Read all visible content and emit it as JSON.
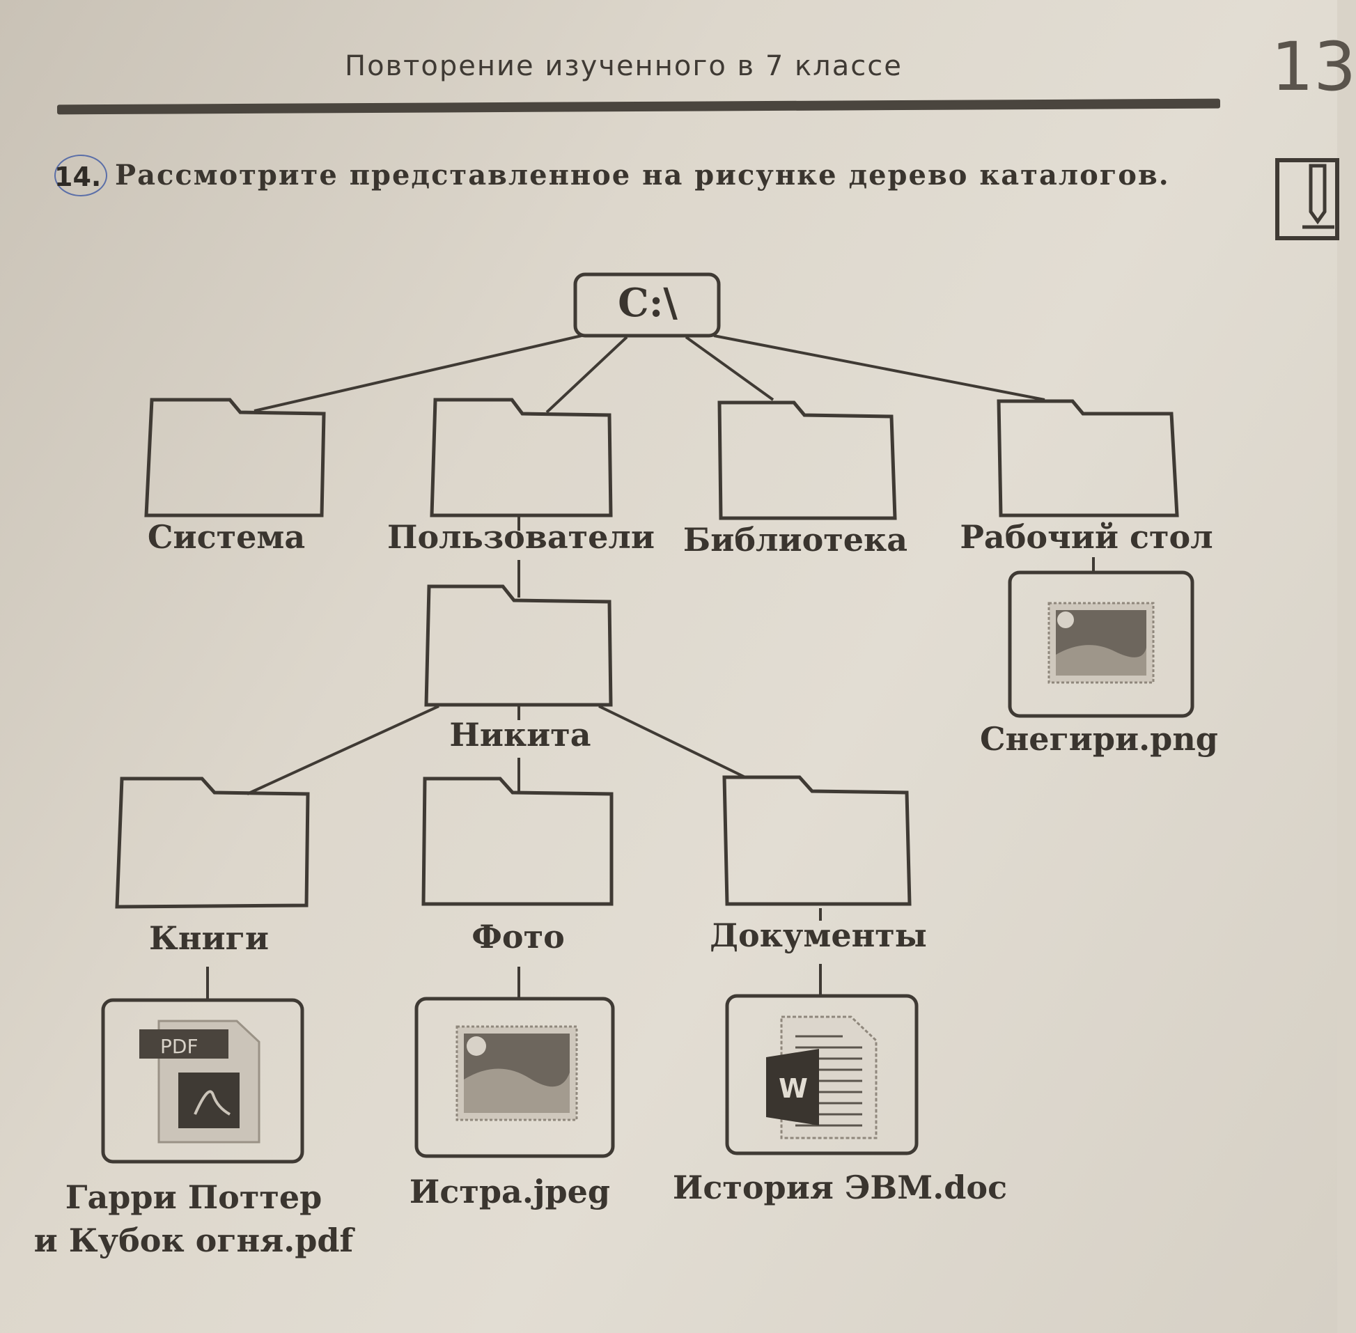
{
  "header": {
    "running_title": "Повторение изученного в 7 классе",
    "page_number": "13"
  },
  "task": {
    "number": "14.",
    "text": "Рассмотрите представленное на рисунке дерево каталогов."
  },
  "tree": {
    "root": "C:\\",
    "level1": {
      "system": "Система",
      "users": "Пользователи",
      "library": "Библиотека",
      "desktop": "Рабочий стол"
    },
    "user": "Никита",
    "level3": {
      "books": "Книги",
      "photo": "Фото",
      "documents": "Документы"
    },
    "files": {
      "snegiri": "Снегири.png",
      "harry_line1": "Гарри Поттер",
      "harry_line2": "и Кубок огня.pdf",
      "istra": "Истра.jpeg",
      "history": "История ЭВМ.doc"
    },
    "icons": {
      "pdf_badge": "PDF",
      "word_letter": "W",
      "folder": "folder-icon",
      "image": "image-file-icon",
      "pdf": "pdf-file-icon",
      "doc": "word-file-icon"
    }
  }
}
